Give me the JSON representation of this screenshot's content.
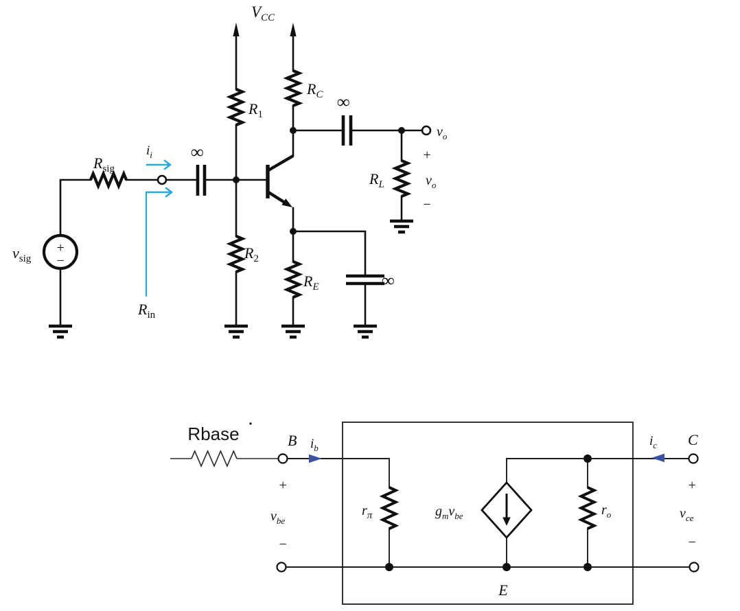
{
  "colors": {
    "label_cyan": "#2ba7e0",
    "arrow_blue": "#3b53a5",
    "ink": "#101010"
  },
  "top_circuit": {
    "vcc": {
      "base": "V",
      "sub": "CC"
    },
    "r1": {
      "base": "R",
      "sub": "1"
    },
    "r2": {
      "base": "R",
      "sub": "2"
    },
    "rc": {
      "base": "R",
      "sub": "C"
    },
    "re": {
      "base": "R",
      "sub": "E"
    },
    "rl": {
      "base": "R",
      "sub": "L"
    },
    "rsig": {
      "base": "R",
      "sub": "sig"
    },
    "vsig": {
      "base": "v",
      "sub": "sig"
    },
    "ii": {
      "base": "i",
      "sub": "i"
    },
    "rin": {
      "base": "R",
      "sub": "in"
    },
    "vo_terminal": {
      "base": "v",
      "sub": "o"
    },
    "vo_across_rl": {
      "base": "v",
      "sub": "o"
    },
    "cap_input_label": "∞",
    "cap_output_label": "∞",
    "cap_bypass_label": "∞",
    "plus": "+",
    "minus": "−",
    "source_plus": "+",
    "source_minus": "−"
  },
  "small_signal_model": {
    "rbase_label": "Rbase",
    "node_b": "B",
    "node_c": "C",
    "node_e": "E",
    "ib": {
      "base": "i",
      "sub": "b"
    },
    "ic": {
      "base": "i",
      "sub": "c"
    },
    "rpi": {
      "base": "r",
      "sub": "π"
    },
    "ro": {
      "base": "r",
      "sub": "o"
    },
    "gmvbe": {
      "base1": "g",
      "sub1": "m",
      "base2": "v",
      "sub2": "be"
    },
    "vbe": {
      "base": "v",
      "sub": "be"
    },
    "vce": {
      "base": "v",
      "sub": "ce"
    },
    "plus": "+",
    "minus": "−"
  }
}
